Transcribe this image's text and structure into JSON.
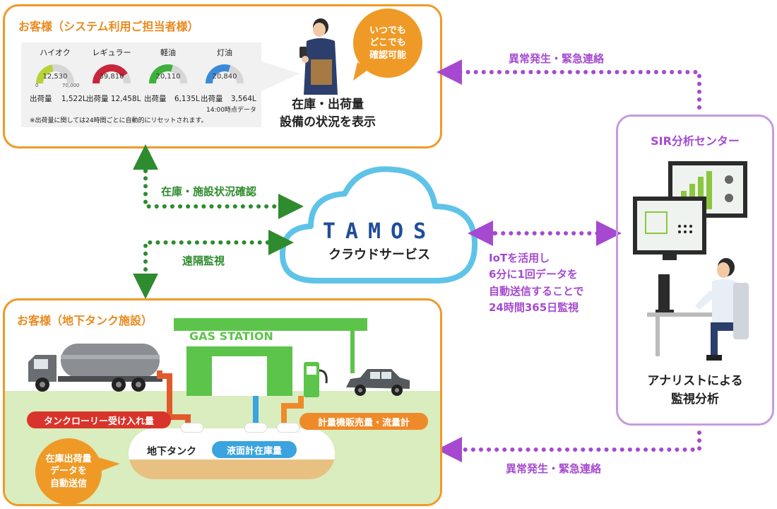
{
  "customer_system": {
    "title": "お客様（システム利用ご担当者様）",
    "gauges": [
      {
        "name": "ハイオク",
        "value": "12,530",
        "fill": 0.45,
        "color": "#b5d336",
        "shipment_label": "出荷量",
        "shipment": "1,522L"
      },
      {
        "name": "レギュラー",
        "value": "39,810",
        "fill": 0.82,
        "color": "#c9253b",
        "shipment_label": "出荷量",
        "shipment": "12,458L"
      },
      {
        "name": "軽油",
        "value": "20,110",
        "fill": 0.58,
        "color": "#3db23a",
        "shipment_label": "出荷量",
        "shipment": "6,135L"
      },
      {
        "name": "灯油",
        "value": "20,840",
        "fill": 0.6,
        "color": "#3b8ad9",
        "shipment_label": "出荷量",
        "shipment": "3,564L"
      }
    ],
    "gauge_min": "0",
    "gauge_max": "70,000",
    "time_note": "14:00時点データ",
    "reset_note": "※出荷量に関しては24時間ごとに自動的にリセットされます。",
    "bubble_lines": [
      "いつでも",
      "どこでも",
      "確認可能"
    ],
    "display_lines": [
      "在庫・出荷量",
      "設備の状況を表示"
    ]
  },
  "cloud": {
    "logo": "TAMOS",
    "service": "クラウドサービス"
  },
  "links": {
    "status_check": "在庫・施設状況確認",
    "remote_monitor": "遠隔監視",
    "emergency_top": "異常発生・緊急連絡",
    "emergency_bottom": "異常発生・緊急連絡",
    "iot_lines": [
      "IoTを活用し",
      "6分に1回データを",
      "自動送信することで",
      "24時間365日監視"
    ]
  },
  "sir_center": {
    "title": "SIR分析センター",
    "analyst_lines": [
      "アナリストによる",
      "監視分析"
    ]
  },
  "customer_tank": {
    "title": "お客様（地下タンク施設）",
    "gas_station": "GAS STATION",
    "lorry_label": "タンクローリー受け入れ量",
    "pump_label": "計量機販売量・流量計",
    "tank_label": "地下タンク",
    "level_label": "液面計在庫量",
    "bubble_lines": [
      "在庫出荷量",
      "データを",
      "自動送信"
    ]
  },
  "colors": {
    "orange": "#ef9a26",
    "purple": "#a54ad0",
    "green": "#2e8b2e",
    "cloud": "#5fc3e8",
    "station": "#5cc44a"
  }
}
